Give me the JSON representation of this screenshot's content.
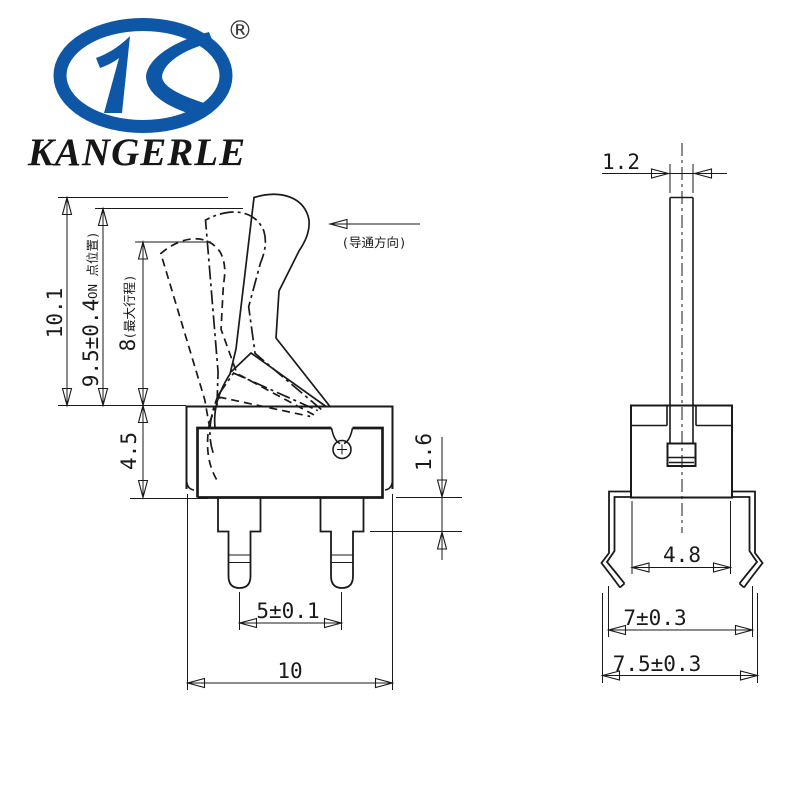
{
  "brand": {
    "name": "KANGERLE",
    "registered_mark": "®",
    "logo_color": "#0d57a6"
  },
  "drawing": {
    "line_color": "#1a1a1a",
    "side_view": {
      "dim_total_height": "10.1",
      "dim_on_position": "9.5±0.4",
      "dim_on_position_note": "(ON 点位置)",
      "dim_max_travel": "8",
      "dim_max_travel_note": "(最大行程)",
      "dim_body_height": "4.5",
      "dim_terminal_shoulder": "1.6",
      "dim_terminal_pitch": "5±0.1",
      "dim_body_width": "10",
      "direction_note": "(导通方向)"
    },
    "front_view": {
      "dim_lever_thickness": "1.2",
      "dim_body_depth": "4.8",
      "dim_clip_width": "7±0.3",
      "dim_overall_width": "7.5±0.3"
    }
  }
}
